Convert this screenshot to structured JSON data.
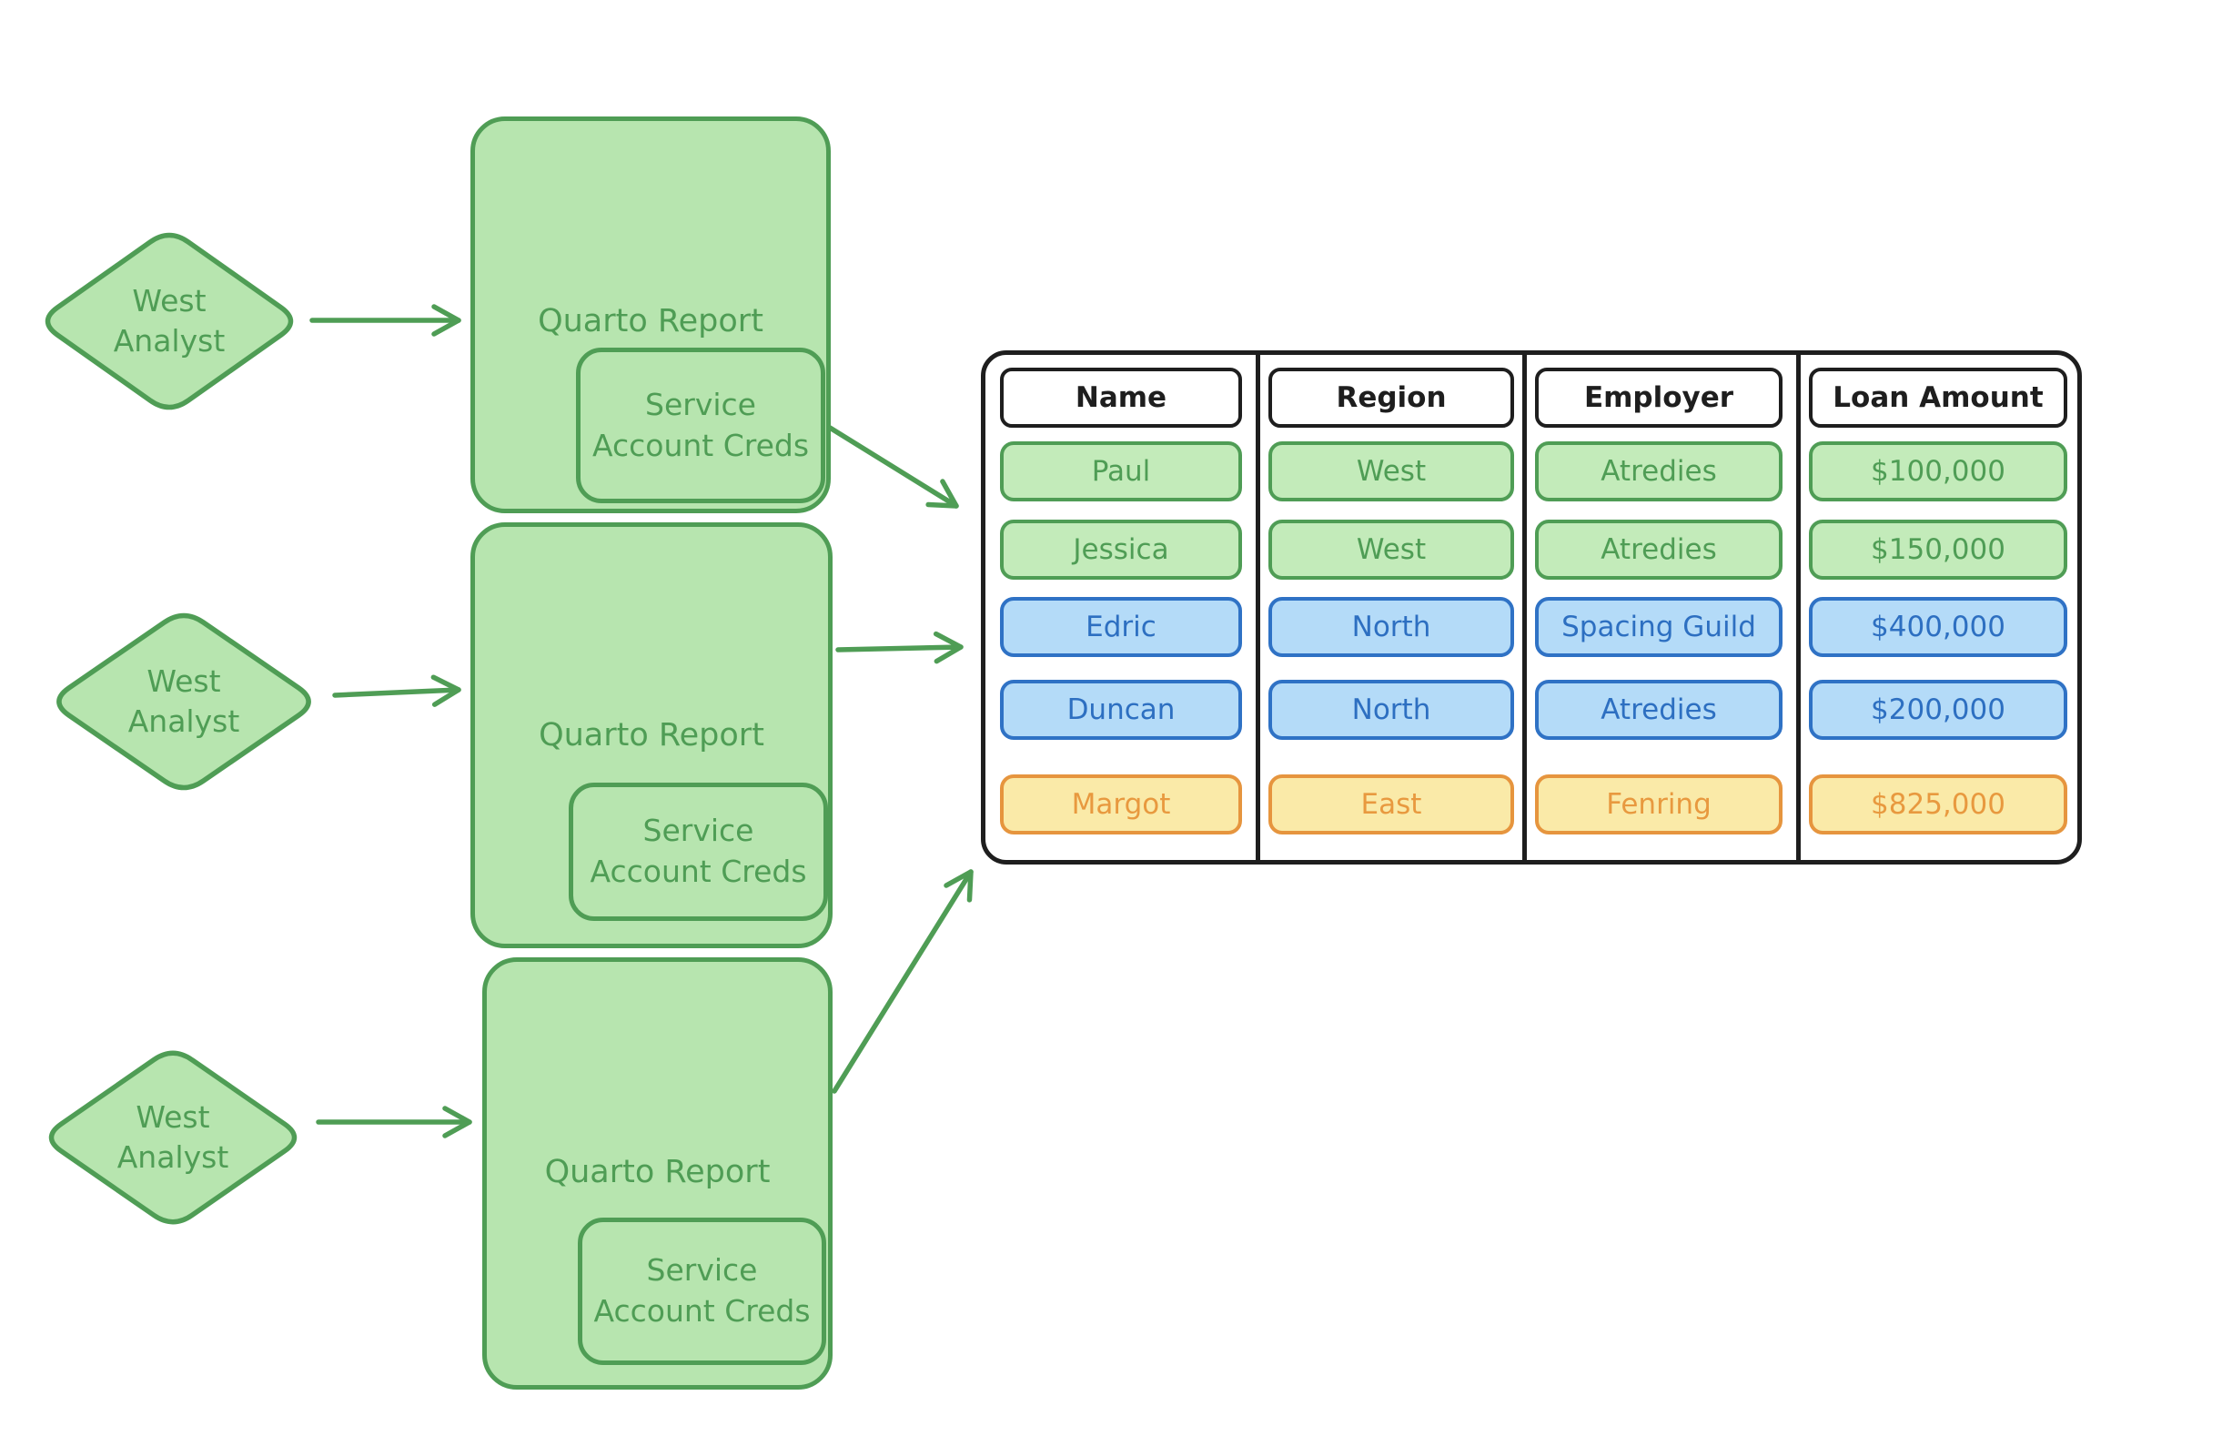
{
  "canvas": {
    "background": "#ffffff"
  },
  "palette": {
    "green_stroke": "#4f9d55",
    "green_fill": "#b7e5af",
    "green_cell_fill": "#c3ebba",
    "blue_stroke": "#2f72c5",
    "blue_fill": "#b4dbf8",
    "blue_text": "#2d6fc1",
    "orange_stroke": "#e6953e",
    "orange_fill": "#faeaa8",
    "orange_text": "#e8993f",
    "ink": "#1e1e1e"
  },
  "analysts": [
    {
      "label": "West Analyst"
    },
    {
      "label": "West Analyst"
    },
    {
      "label": "West Analyst"
    }
  ],
  "reports": [
    {
      "title": "Quarto Report",
      "credential": "Service Account Creds"
    },
    {
      "title": "Quarto Report",
      "credential": "Service Account Creds"
    },
    {
      "title": "Quarto Report",
      "credential": "Service Account Creds"
    }
  ],
  "connections": [
    {
      "from": "analyst-1",
      "to": "report-1"
    },
    {
      "from": "analyst-2",
      "to": "report-2"
    },
    {
      "from": "analyst-3",
      "to": "report-3"
    },
    {
      "from": "report-1",
      "to": "loan-table"
    },
    {
      "from": "report-2",
      "to": "loan-table"
    },
    {
      "from": "report-3",
      "to": "loan-table"
    }
  ],
  "table": {
    "columns": [
      {
        "header": "Name",
        "cells": [
          "Paul",
          "Jessica",
          "Edric",
          "Duncan",
          "Margot"
        ]
      },
      {
        "header": "Region",
        "cells": [
          "West",
          "West",
          "North",
          "North",
          "East"
        ]
      },
      {
        "header": "Employer",
        "cells": [
          "Atredies",
          "Atredies",
          "Spacing Guild",
          "Atredies",
          "Fenring"
        ]
      },
      {
        "header": "Loan Amount",
        "cells": [
          "$100,000",
          "$150,000",
          "$400,000",
          "$200,000",
          "$825,000"
        ]
      }
    ],
    "row_colors": [
      "green",
      "green",
      "blue",
      "blue",
      "orange"
    ]
  }
}
